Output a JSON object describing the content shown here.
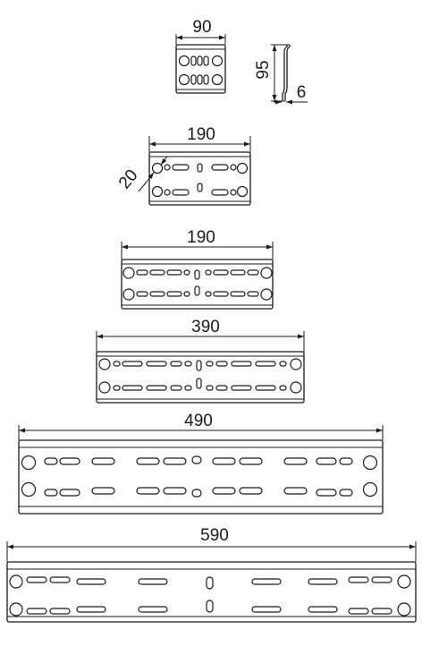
{
  "labels": {
    "plate_90_width": "90",
    "profile_height": "95",
    "profile_thickness": "6",
    "plate_190a_width": "190",
    "hole_diameter": "20",
    "plate_190b_width": "190",
    "plate_390_width": "390",
    "plate_490_width": "490",
    "plate_590_width": "590"
  }
}
